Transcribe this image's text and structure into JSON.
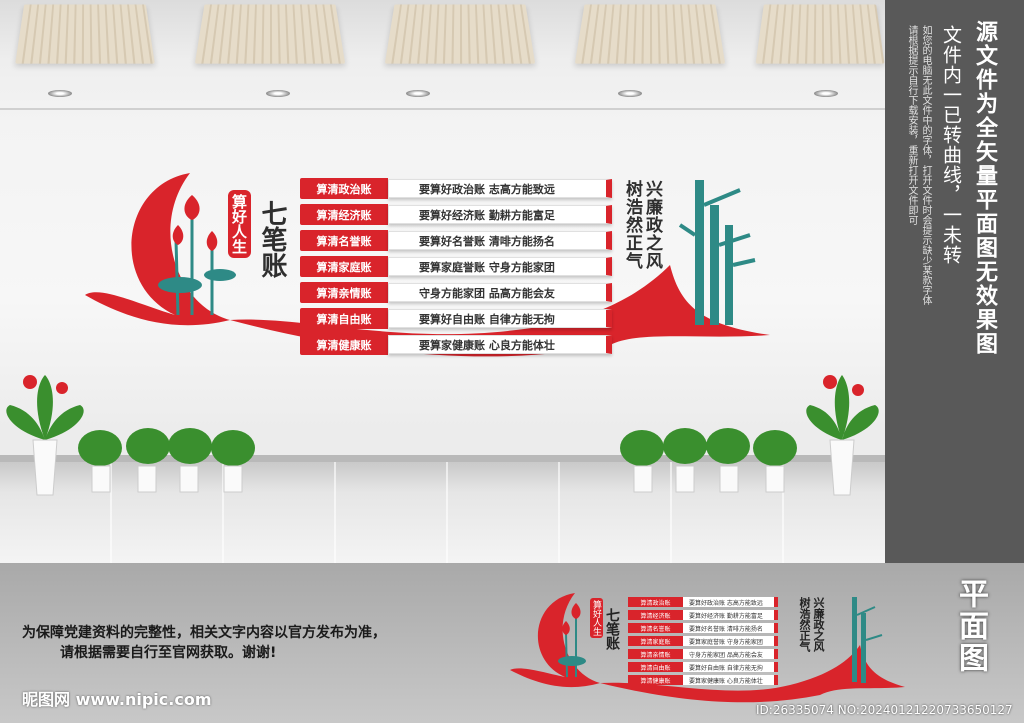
{
  "sign": {
    "sub_title": "算好人生",
    "main_title": "七笔账",
    "accounts": [
      {
        "tag": "算清政治账",
        "text": "要算好政治账 志高方能致远"
      },
      {
        "tag": "算清经济账",
        "text": "要算好经济账 勤耕方能富足"
      },
      {
        "tag": "算清名誉账",
        "text": "要算好名誉账 清啡方能扬名"
      },
      {
        "tag": "算清家庭账",
        "text": "要算家庭誉账 守身方能家团"
      },
      {
        "tag": "算清亲情账",
        "text": "守身方能家团 品高方能会友"
      },
      {
        "tag": "算清自由账",
        "text": "要算好自由账 自律方能无拘"
      },
      {
        "tag": "算清健康账",
        "text": "要算家健康账 心良方能体壮"
      }
    ],
    "slogan_1": "兴廉政之风",
    "slogan_2": "树浩然正气"
  },
  "sidebar": {
    "big_1": "源文件为全矢量平面图无效果图",
    "big_2": "文件内一已转曲线，一未转",
    "small_1": "如您的电脑无此文件中的字体，打开文件时会提示缺少某款字体",
    "small_2": "请根据提示自行下载安装，重新打开文件即可"
  },
  "plan": {
    "label": "平面图",
    "notice_1": "为保障党建资料的完整性，相关文字内容以官方发布为准，",
    "notice_2": "请根据需要自行至官网获取。谢谢!",
    "watermark": "昵图网 www.nipic.com",
    "image_id": "ID:26335074 NO:20240121220733650127",
    "mini_sub": "算好人生",
    "mini_main": "七笔账",
    "mini_accounts": [
      {
        "tag": "算清政治账",
        "text": "要算好政治账 志高方能致远"
      },
      {
        "tag": "算清经济账",
        "text": "要算好经济账 勤耕方能富足"
      },
      {
        "tag": "算清名誉账",
        "text": "要算好名誉账 清啡方能扬名"
      },
      {
        "tag": "算清家庭账",
        "text": "要算家庭誉账 守身方能家团"
      },
      {
        "tag": "算清亲情账",
        "text": "守身方能家团 品高方能会友"
      },
      {
        "tag": "算清自由账",
        "text": "要算好自由账 自律方能无拘"
      },
      {
        "tag": "算清健康账",
        "text": "要算家健康账 心良方能体壮"
      }
    ],
    "mini_slogan_1": "兴廉政之风",
    "mini_slogan_2": "树浩然正气"
  },
  "colors": {
    "brand_red": "#d9242b",
    "bamboo": "#2e8a86",
    "sidebar_bg": "#595959"
  }
}
